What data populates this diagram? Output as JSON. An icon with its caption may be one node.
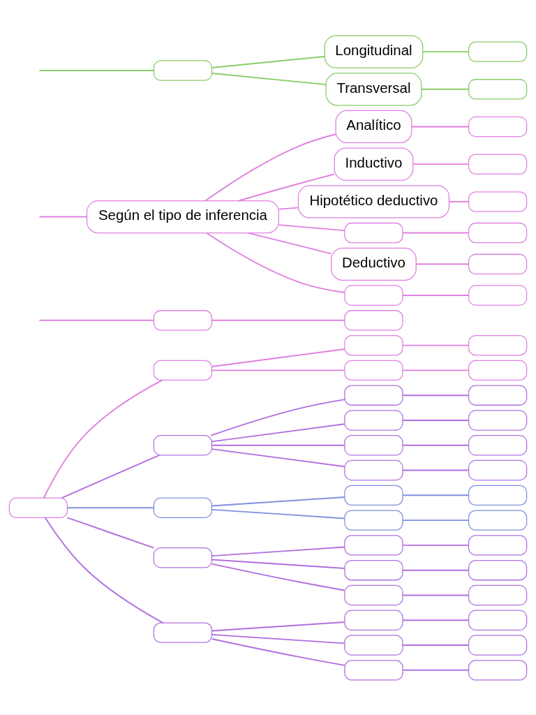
{
  "diagram": {
    "nodes": [
      {
        "text": [],
        "shape": "box"
      },
      {
        "text": [],
        "shape": "box"
      },
      {
        "text": [],
        "shape": "box"
      },
      {
        "text": [],
        "shape": "box"
      },
      {
        "text": [],
        "shape": "box"
      },
      {
        "text": [],
        "shape": "box"
      },
      {
        "text": [],
        "shape": "box"
      },
      {
        "text": [],
        "shape": "box"
      },
      {
        "text": [],
        "shape": "box"
      },
      {
        "text": [],
        "shape": "box"
      },
      {
        "text": [],
        "shape": "box"
      },
      {
        "text": [],
        "shape": "box"
      },
      {
        "text": [],
        "shape": "box"
      },
      {
        "text": [],
        "shape": "box"
      },
      {
        "text": [],
        "shape": "box"
      },
      {
        "text": [],
        "shape": "box"
      },
      {
        "text": [],
        "shape": "box"
      },
      {
        "text": [],
        "shape": "box"
      },
      {
        "text": [],
        "shape": "box"
      },
      {
        "text": [],
        "shape": "box"
      },
      {
        "text": [],
        "shape": "box"
      },
      {
        "text": [],
        "shape": "box"
      },
      {
        "text": [],
        "shape": "box"
      },
      {
        "text": [],
        "shape": "box"
      },
      {
        "text": [],
        "shape": "box"
      },
      {
        "text": [],
        "shape": "box"
      },
      {
        "text": [],
        "shape": "box"
      },
      {
        "text": [],
        "shape": "box"
      },
      {
        "text": [],
        "shape": "box"
      },
      {
        "text": [],
        "shape": "box"
      },
      {
        "text": [],
        "shape": "box"
      },
      {
        "text": [],
        "shape": "box"
      },
      {
        "text": [],
        "shape": "box"
      },
      {
        "text": [],
        "shape": "box"
      },
      {
        "text": [],
        "shape": "box"
      },
      {
        "text": [],
        "shape": "box"
      },
      {
        "text": [
          "Según el tipo de inferencia"
        ]
      },
      {
        "text": [
          "Analítico"
        ]
      },
      {
        "text": [],
        "shape": "box"
      },
      {
        "text": [
          "Inductivo"
        ]
      },
      {
        "text": [],
        "shape": "box"
      },
      {
        "text": [
          "Hipotético deductivo"
        ]
      },
      {
        "text": [],
        "shape": "box"
      },
      {
        "text": [],
        "shape": "box"
      },
      {
        "text": [],
        "shape": "box"
      },
      {
        "text": [
          "Deductivo"
        ]
      },
      {
        "text": [],
        "shape": "box"
      },
      {
        "text": [],
        "shape": "box"
      },
      {
        "text": [],
        "shape": "box"
      },
      {
        "text": [],
        "shape": "box"
      },
      {
        "text": [
          "Longitudinal"
        ]
      },
      {
        "text": [],
        "shape": "box"
      },
      {
        "text": [
          "Transversal"
        ]
      },
      {
        "text": [],
        "shape": "box"
      }
    ],
    "edges": [
      {
        "from": 0,
        "to": 1,
        "arrow": "none"
      },
      {
        "from": 1,
        "to": 2,
        "arrow": "none"
      },
      {
        "from": 2,
        "to": 3,
        "arrow": "none"
      },
      {
        "from": 1,
        "to": 4,
        "arrow": "none"
      },
      {
        "from": 4,
        "to": 5,
        "arrow": "none"
      },
      {
        "from": 0,
        "to": 6,
        "arrow": "none",
        "color": "#b070e0"
      },
      {
        "from": 6,
        "to": 7,
        "arrow": "none",
        "color": "#b070e0"
      },
      {
        "from": 7,
        "to": 8,
        "arrow": "none",
        "color": "#b070e0"
      },
      {
        "from": 6,
        "to": 9,
        "arrow": "none",
        "color": "#b070e0"
      },
      {
        "from": 9,
        "to": 10,
        "arrow": "none",
        "color": "#b070e0"
      },
      {
        "from": 6,
        "to": 11,
        "arrow": "none",
        "color": "#b070e0"
      },
      {
        "from": 11,
        "to": 12,
        "arrow": "none",
        "color": "#b070e0"
      },
      {
        "from": 6,
        "to": 13,
        "arrow": "none",
        "color": "#b070e0"
      },
      {
        "from": 13,
        "to": 14,
        "arrow": "none",
        "color": "#b070e0"
      },
      {
        "from": 0,
        "to": 15,
        "arrow": "none",
        "color": "#8090e0"
      },
      {
        "from": 15,
        "to": 16,
        "arrow": "none",
        "color": "#8090e0"
      },
      {
        "from": 16,
        "to": 17,
        "arrow": "none",
        "color": "#8090e0"
      },
      {
        "from": 15,
        "to": 18,
        "arrow": "none",
        "color": "#8090e0"
      },
      {
        "from": 18,
        "to": 19,
        "arrow": "none",
        "color": "#8090e0"
      },
      {
        "from": 0,
        "to": 20,
        "arrow": "none",
        "color": "#b070e0"
      },
      {
        "from": 20,
        "to": 21,
        "arrow": "none",
        "color": "#b070e0"
      },
      {
        "from": 21,
        "to": 22,
        "arrow": "none",
        "color": "#b070e0"
      },
      {
        "from": 20,
        "to": 23,
        "arrow": "none",
        "color": "#b070e0"
      },
      {
        "from": 23,
        "to": 24,
        "arrow": "none",
        "color": "#b070e0"
      },
      {
        "from": 20,
        "to": 25,
        "arrow": "none",
        "color": "#b070e0"
      },
      {
        "from": 25,
        "to": 26,
        "arrow": "none",
        "color": "#b070e0"
      },
      {
        "from": 0,
        "to": 27,
        "arrow": "none",
        "color": "#b070e0"
      },
      {
        "from": 27,
        "to": 28,
        "arrow": "none",
        "color": "#b070e0"
      },
      {
        "from": 28,
        "to": 29,
        "arrow": "none",
        "color": "#b070e0"
      },
      {
        "from": 27,
        "to": 30,
        "arrow": "none",
        "color": "#b070e0"
      },
      {
        "from": 30,
        "to": 31,
        "arrow": "none",
        "color": "#b070e0"
      },
      {
        "from": 27,
        "to": 32,
        "arrow": "none",
        "color": "#b070e0"
      },
      {
        "from": 32,
        "to": 33,
        "arrow": "none",
        "color": "#b070e0"
      },
      {
        "from": null,
        "to": 34,
        "arrow": "none"
      },
      {
        "from": 34,
        "to": 35,
        "arrow": "none"
      },
      {
        "from": null,
        "to": 36,
        "arrow": "none"
      },
      {
        "from": 36,
        "to": 37,
        "arrow": "none"
      },
      {
        "from": 37,
        "to": 38,
        "arrow": "none"
      },
      {
        "from": 36,
        "to": 39,
        "arrow": "none"
      },
      {
        "from": 39,
        "to": 40,
        "arrow": "none"
      },
      {
        "from": 36,
        "to": 41,
        "arrow": "none"
      },
      {
        "from": 41,
        "to": 42,
        "arrow": "none"
      },
      {
        "from": 36,
        "to": 43,
        "arrow": "none"
      },
      {
        "from": 43,
        "to": 44,
        "arrow": "none"
      },
      {
        "from": 36,
        "to": 45,
        "arrow": "none"
      },
      {
        "from": 45,
        "to": 46,
        "arrow": "none"
      },
      {
        "from": 36,
        "to": 47,
        "arrow": "none"
      },
      {
        "from": 47,
        "to": 48,
        "arrow": "none"
      },
      {
        "from": null,
        "to": 49,
        "arrow": "none",
        "color": "#88cc66"
      },
      {
        "from": 49,
        "to": 50,
        "arrow": "none",
        "color": "#88cc66"
      },
      {
        "from": 50,
        "to": 51,
        "arrow": "none",
        "color": "#88cc66"
      },
      {
        "from": 49,
        "to": 52,
        "arrow": "none",
        "color": "#88cc66"
      },
      {
        "from": 52,
        "to": 53,
        "arrow": "none",
        "color": "#88cc66"
      }
    ]
  }
}
